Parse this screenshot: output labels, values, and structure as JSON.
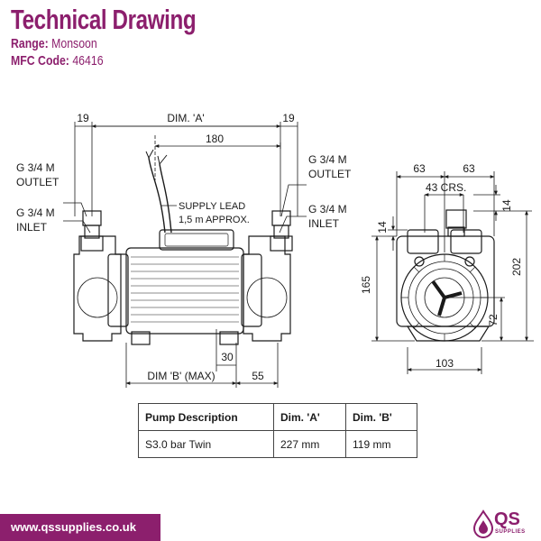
{
  "header": {
    "title": "Technical Drawing",
    "range_label": "Range:",
    "range_value": "Monsoon",
    "mfc_label": "MFC Code:",
    "mfc_value": "46416"
  },
  "drawing": {
    "dim_19_left": "19",
    "dim_a": "DIM. 'A'",
    "dim_19_right": "19",
    "dim_180": "180",
    "left_outlet": [
      "G 3/4 M",
      "OUTLET"
    ],
    "left_inlet": [
      "G 3/4 M",
      "INLET"
    ],
    "supply_lead": [
      "SUPPLY LEAD",
      "1,5 m APPROX."
    ],
    "right_outlet": [
      "G 3/4 M",
      "OUTLET"
    ],
    "right_inlet": [
      "G 3/4 M",
      "INLET"
    ],
    "dim_30": "30",
    "dim_b": "DIM 'B' (MAX)",
    "dim_55": "55",
    "side_63_left": "63",
    "side_63_right": "63",
    "side_43": "43 CRS.",
    "side_14_top": "14",
    "side_14_left": "14",
    "side_165": "165",
    "side_202": "202",
    "side_72": "72",
    "side_103": "103"
  },
  "table": {
    "headers": [
      "Pump Description",
      "Dim. 'A'",
      "Dim. 'B'"
    ],
    "rows": [
      [
        "S3.0 bar Twin",
        "227 mm",
        "119 mm"
      ]
    ]
  },
  "footer": {
    "url": "www.qssupplies.co.uk",
    "brand": "QS",
    "brand_sub": "SUPPLIES"
  },
  "colors": {
    "brand": "#8c1f6d",
    "line": "#1a1a1a"
  }
}
